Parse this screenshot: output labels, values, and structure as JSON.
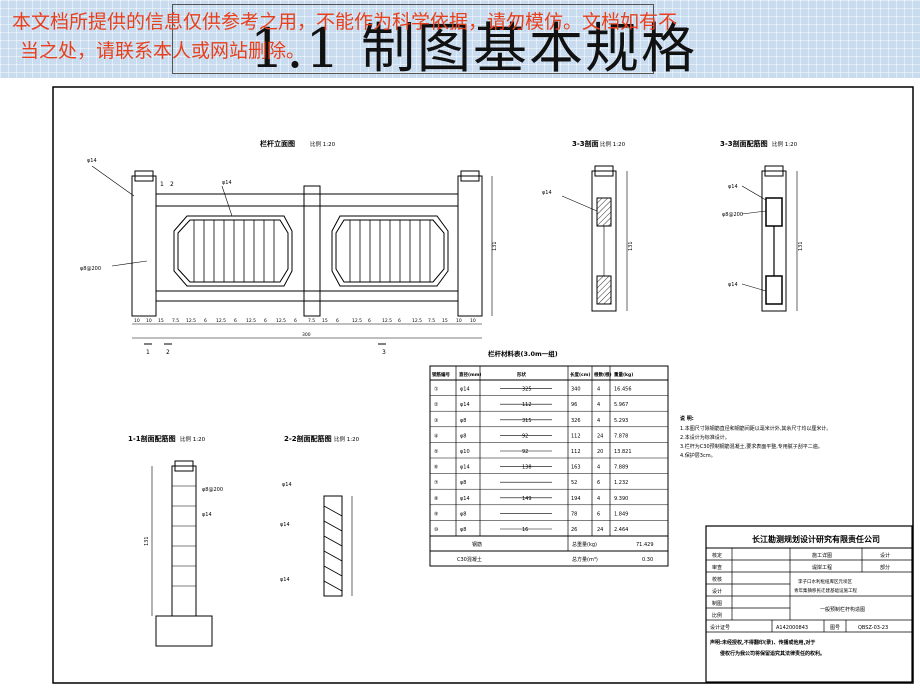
{
  "slide": {
    "title": "1.1 制图基本规格",
    "watermark_line1": "本文档所提供的信息仅供参考之用，不能作为科学依据，请勿模仿。文档如有不",
    "watermark_line2": "当之处，请联系本人或网站删除。"
  },
  "drawing": {
    "elevation_title": "栏杆立面图",
    "elevation_scale": "比例 1:20",
    "sec33_title": "3-3剖面",
    "sec33_scale": "比例 1:20",
    "sec33r_title": "3-3剖面配筋图",
    "sec33r_scale": "比例 1:20",
    "sec11_title": "1-1剖面配筋图",
    "sec11_scale": "比例 1:20",
    "sec22_title": "2-2剖面配筋图",
    "sec22_scale": "比例 1:20",
    "table_title": "栏杆材料表(3.0m一组)",
    "table_headers": [
      "钢筋编号",
      "直径(mm)",
      "形状",
      "长度(cm)",
      "根数(根)",
      "重量(kg)"
    ],
    "table_rows": [
      [
        "①",
        "φ14",
        "325",
        "340",
        "4",
        "16.456"
      ],
      [
        "②",
        "φ14",
        "112",
        "96",
        "4",
        "5.967"
      ],
      [
        "③",
        "φ8",
        "315",
        "326",
        "4",
        "5.293"
      ],
      [
        "④",
        "φ8",
        "92",
        "112",
        "24",
        "7.878"
      ],
      [
        "⑤",
        "φ10",
        "92",
        "112",
        "20",
        "13.821"
      ],
      [
        "⑥",
        "φ14",
        "138",
        "163",
        "4",
        "7.889"
      ],
      [
        "⑦",
        "φ8",
        "",
        "52",
        "6",
        "1.232"
      ],
      [
        "⑧",
        "φ14",
        "149",
        "194",
        "4",
        "9.390"
      ],
      [
        "⑨",
        "φ8",
        "",
        "78",
        "6",
        "1.849"
      ],
      [
        "⑩",
        "φ8",
        "16",
        "26",
        "24",
        "2.464"
      ]
    ],
    "table_total1": [
      "钢筋",
      "总重量(kg)",
      "71.429"
    ],
    "table_total2": [
      "C30混凝土",
      "总方量(m³)",
      "0.30"
    ],
    "notes_title": "说 明:",
    "notes": [
      "1.本图尺寸除钢筋直径和钢筋间距以毫米计外,其余尺寸均以厘米计。",
      "2.本设计为标准设计。",
      "3.栏杆为C30预制钢筋混凝土,要求表面平整,专用腻子刮平二遍。",
      "4.保护层3cm。"
    ],
    "company": "长江勘测规划设计研究有限责任公司",
    "tb_r1": [
      "核定",
      "",
      "施工详图",
      "设计"
    ],
    "tb_r2": [
      "审查",
      "",
      "堤岸工程",
      "部分"
    ],
    "tb_r3": [
      "校核",
      "",
      "李子口水利枢纽库区元坝区",
      "青年集镇移民迁建基础设施工程"
    ],
    "tb_r4": [
      "设计",
      ""
    ],
    "tb_r5": [
      "制图",
      "",
      "一般预制栏杆构造图"
    ],
    "tb_r6": [
      "比例",
      ""
    ],
    "tb_cert_label": "设计证号",
    "tb_cert": "A142000843",
    "tb_no_label": "图号",
    "tb_no": "QBSZ-03-23",
    "tb_decl": "声明:未经授权,不得翻印(录)、传播或他用,对于",
    "tb_decl2": "侵权行为我公司将保留追究其法律责任的权利。",
    "dims": [
      "10",
      "10",
      "15",
      "7.5",
      "12.5",
      "6",
      "12.5",
      "6",
      "12.5",
      "6",
      "12.5",
      "6",
      "7.5",
      "15",
      "10"
    ],
    "total_dim": "300",
    "label_1": "1",
    "label_2": "2",
    "label_3": "3",
    "ann_14": "φ14",
    "ann_8_200": "φ8@200",
    "ann_vert": "131"
  }
}
